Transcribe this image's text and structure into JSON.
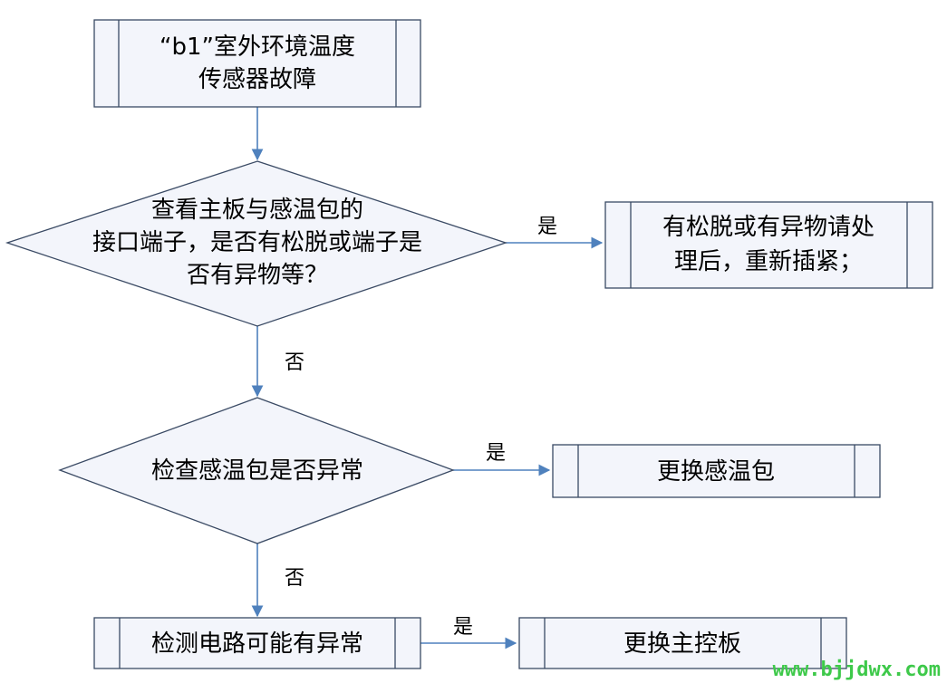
{
  "nodes": [
    {
      "id": "start",
      "lines": [
        "“b1”室外环境温度",
        "传感器故障"
      ]
    },
    {
      "id": "check-connector",
      "lines": [
        "查看主板与感温包的",
        "接口端子，是否有松脱或端子是",
        "否有异物等？"
      ]
    },
    {
      "id": "fix-connector",
      "lines": [
        "有松脱或有异物请处",
        "理后，重新插紧；"
      ]
    },
    {
      "id": "check-sensor",
      "lines": [
        "检查感温包是否异常"
      ]
    },
    {
      "id": "replace-sensor",
      "lines": [
        "更换感温包"
      ]
    },
    {
      "id": "check-circuit",
      "lines": [
        "检测电路可能有异常"
      ]
    },
    {
      "id": "replace-board",
      "lines": [
        "更换主控板"
      ]
    }
  ],
  "edges": [
    {
      "id": "e1",
      "from": "start",
      "to": "check-connector",
      "label": ""
    },
    {
      "id": "e2",
      "from": "check-connector",
      "to": "fix-connector",
      "label": "是"
    },
    {
      "id": "e3",
      "from": "check-connector",
      "to": "check-sensor",
      "label": "否"
    },
    {
      "id": "e4",
      "from": "check-sensor",
      "to": "replace-sensor",
      "label": "是"
    },
    {
      "id": "e5",
      "from": "check-sensor",
      "to": "check-circuit",
      "label": "否"
    },
    {
      "id": "e6",
      "from": "check-circuit",
      "to": "replace-board",
      "label": "是"
    }
  ],
  "watermark": "www.bjjdwx.com",
  "colors": {
    "edge": "#4f81bd",
    "shape_fill": "#f3f5fb",
    "shape_stroke": "#3a4a64",
    "watermark": "#3ec94a"
  }
}
